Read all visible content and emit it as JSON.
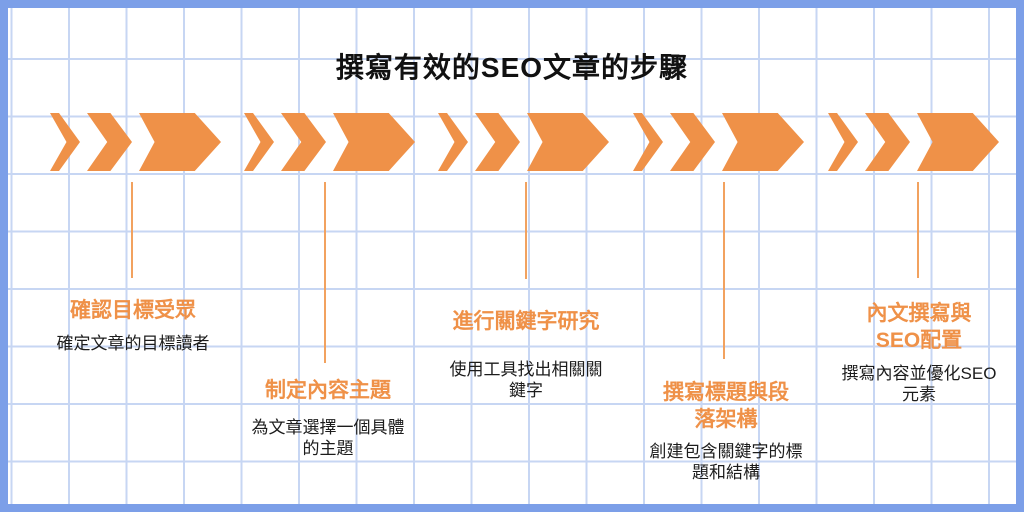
{
  "title": "撰寫有效的SEO文章的步驟",
  "colors": {
    "accent": "#EF9148",
    "connector": "#F2A25F",
    "border": "#7C9FE8",
    "grid": "#C7D6F3",
    "title_text": "#111111",
    "body_text": "#1C1C1C"
  },
  "icons": {
    "chevron_note": "each step marker is a triple right-pointing chevron arrow"
  },
  "steps": [
    {
      "title": "確認目標受眾",
      "description": "確定文章的目標讀者"
    },
    {
      "title": "制定內容主題",
      "description": "為文章選擇一個具體\n的主題"
    },
    {
      "title": "進行關鍵字研究",
      "description": "使用工具找出相關關\n鍵字"
    },
    {
      "title": "撰寫標題與段\n落架構",
      "description": "創建包含關鍵字的標\n題和結構"
    },
    {
      "title": "內文撰寫與\nSEO配置",
      "description": "撰寫內容並優化SEO\n元素"
    }
  ]
}
